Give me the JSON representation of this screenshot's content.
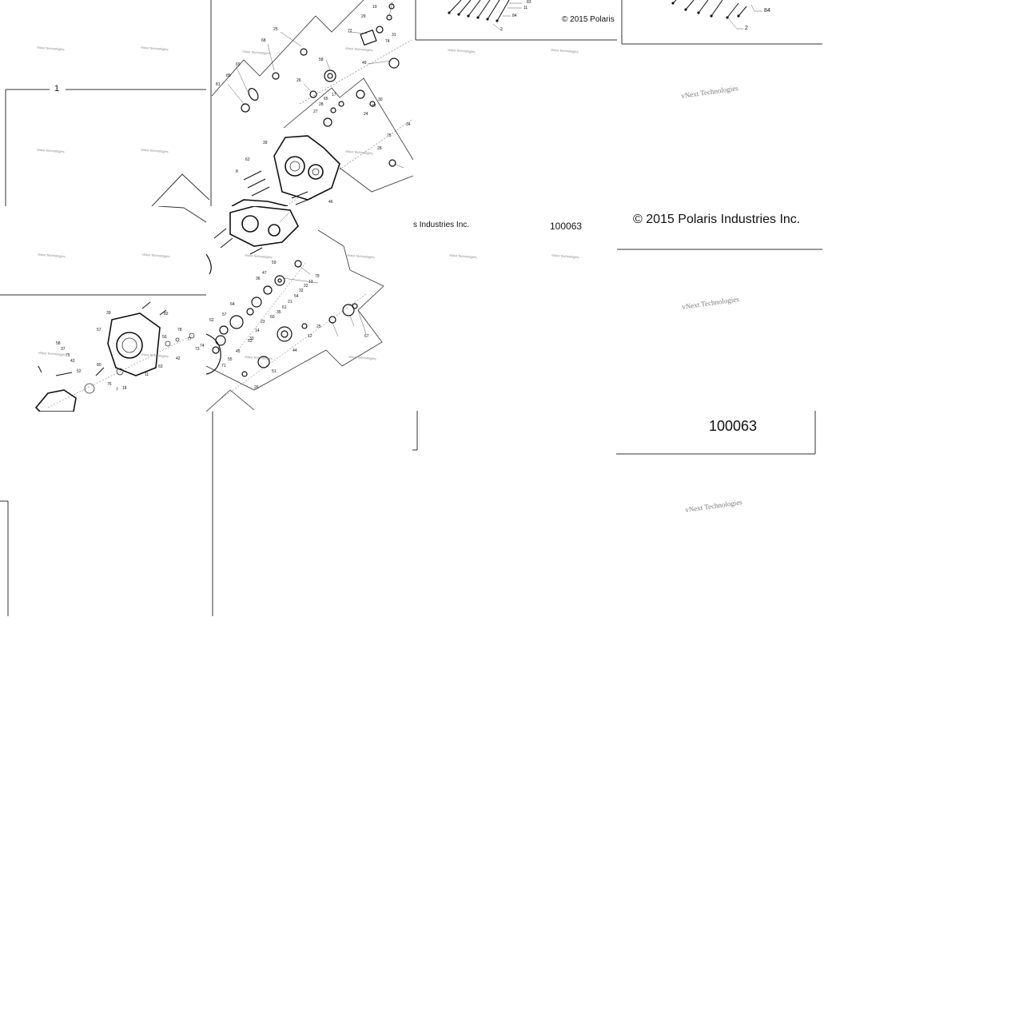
{
  "document": {
    "watermark": "vNext Technologies",
    "copyright": "© 2015 Polaris Industries Inc.",
    "copyright_partial_top": "© 2015 Polaris",
    "copyright_partial_mid": "s Industries Inc.",
    "diagram_number": "100063",
    "group_label": "1"
  },
  "callouts": {
    "upper_center": [
      "25",
      "68",
      "69",
      "81",
      "85",
      "58",
      "26",
      "29",
      "19",
      "72",
      "49",
      "74",
      "31",
      "17",
      "65",
      "28",
      "27",
      "24",
      "47",
      "30",
      "34",
      "75",
      "28",
      "39",
      "62",
      "8",
      "82",
      "46"
    ],
    "lower_center": [
      "59",
      "47",
      "36",
      "64",
      "57",
      "62",
      "79",
      "13",
      "22",
      "32",
      "54",
      "21",
      "61",
      "35",
      "60",
      "23",
      "14",
      "33",
      "53",
      "45",
      "55",
      "71",
      "25",
      "12",
      "44",
      "51",
      "26",
      "67"
    ],
    "left_lower": [
      "39",
      "82",
      "57",
      "56",
      "78",
      "42",
      "74",
      "77",
      "73",
      "58",
      "37",
      "75",
      "43",
      "52",
      "80",
      "63",
      "7",
      "76",
      "18",
      "11"
    ],
    "top_right": [
      "83",
      "11",
      "84",
      "2"
    ],
    "top_right_far": [
      "84",
      "2"
    ]
  }
}
